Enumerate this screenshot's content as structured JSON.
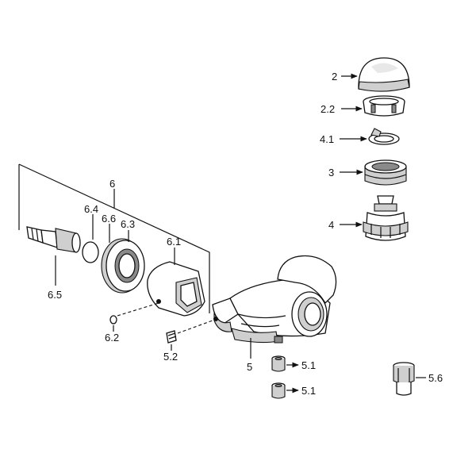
{
  "diagram": {
    "labels": {
      "l2": "2",
      "l22": "2.2",
      "l41": "4.1",
      "l3": "3",
      "l4": "4",
      "l6": "6",
      "l64": "6.4",
      "l66": "6.6",
      "l63": "6.3",
      "l61": "6.1",
      "l65": "6.5",
      "l62": "6.2",
      "l52": "5.2",
      "l5": "5",
      "l51a": "5.1",
      "l51b": "5.1",
      "l56": "5.6"
    }
  }
}
